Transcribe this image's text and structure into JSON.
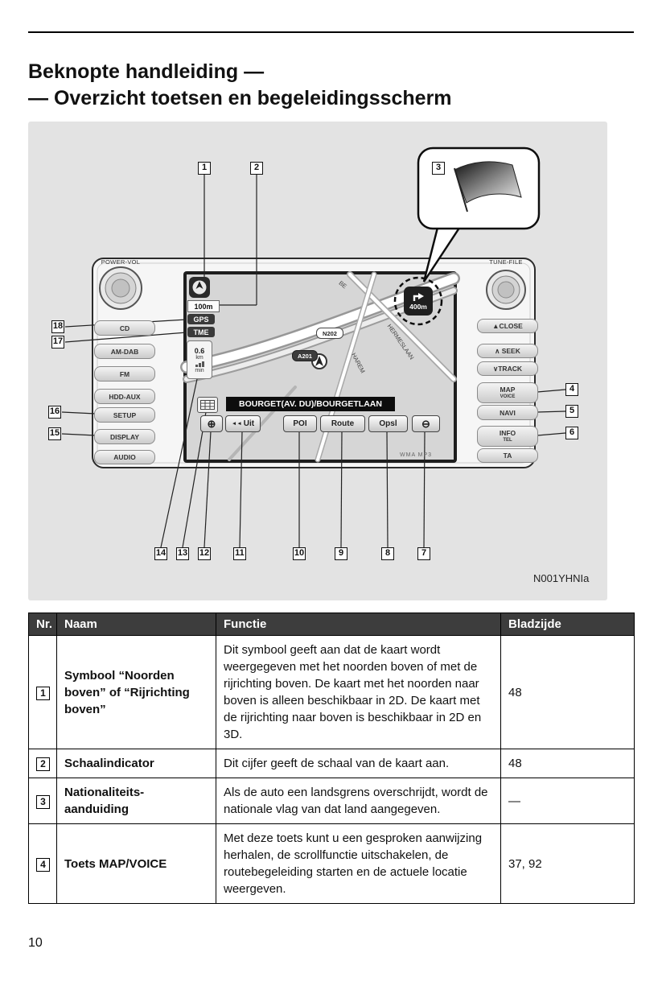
{
  "page_number": "10",
  "title": {
    "line1": "Beknopte handleiding —",
    "line2": "— Overzicht toetsen en begeleidingsscherm"
  },
  "figure": {
    "code": "N001YHNIa",
    "callouts": {
      "c1": "1",
      "c2": "2",
      "c3": "3",
      "c4": "4",
      "c5": "5",
      "c6": "6",
      "c7": "7",
      "c8": "8",
      "c9": "9",
      "c10": "10",
      "c11": "11",
      "c12": "12",
      "c13": "13",
      "c14": "14",
      "c15": "15",
      "c16": "16",
      "c17": "17",
      "c18": "18"
    },
    "left_panel": {
      "knob_label": "POWER-VOL",
      "buttons": [
        "CD",
        "AM-DAB",
        "FM",
        "HDD-AUX",
        "SETUP",
        "DISPLAY",
        "AUDIO"
      ]
    },
    "right_panel": {
      "knob_label": "TUNE-FILE",
      "close": "▲CLOSE",
      "seek": "∧ SEEK",
      "track": "∨TRACK",
      "map": "MAP",
      "map_sub": "VOICE",
      "navi": "NAVI",
      "info": "INFO",
      "info_sub": "TEL",
      "ta": "TA"
    },
    "screen": {
      "scale": "100m",
      "gps": "GPS",
      "tme": "TME",
      "eco_value": "0.6",
      "eco_unit": "km",
      "eco_min": "min",
      "road_badge_n": "N202",
      "road_badge_a": "A201",
      "road_name_top": "BE",
      "road_name_mid": "HAREM",
      "road_name_right": "HERMESLAAN",
      "distance": "400m",
      "info_bar": "BOURGET(AV. DU)/BOURGETLAAN",
      "buttons": {
        "zoom_in": "⊕",
        "uit_icon": "◄◄",
        "uit": "Uit",
        "poi": "POI",
        "route": "Route",
        "opsl": "Opsl",
        "zoom_out": "⊖"
      }
    },
    "media_logos": "WMA MP3"
  },
  "table": {
    "headers": [
      "Nr.",
      "Naam",
      "Functie",
      "Bladzijde"
    ],
    "rows": [
      {
        "nr": "1",
        "naam": "Symbool “Noorden boven” of “Rijrichting boven”",
        "functie": "Dit symbool geeft aan dat de kaart wordt weergegeven met het noorden boven of met de rijrichting boven. De kaart met het noorden naar boven is alleen beschikbaar in 2D. De kaart met de rijrichting naar boven is beschikbaar in 2D en 3D.",
        "bladzijde": "48"
      },
      {
        "nr": "2",
        "naam": "Schaalindicator",
        "functie": "Dit cijfer geeft de schaal van de kaart aan.",
        "bladzijde": "48"
      },
      {
        "nr": "3",
        "naam": "Nationaliteits-\naanduiding",
        "functie": "Als de auto een landsgrens overschrijdt, wordt de nationale vlag van dat land aangegeven.",
        "bladzijde": "—"
      },
      {
        "nr": "4",
        "naam": "Toets MAP/VOICE",
        "functie": "Met deze toets kunt u een gesproken aanwijzing herhalen, de scrollfunctie uitschakelen, de routebegeleiding starten en de actuele locatie weergeven.",
        "bladzijde": "37, 92"
      }
    ]
  }
}
